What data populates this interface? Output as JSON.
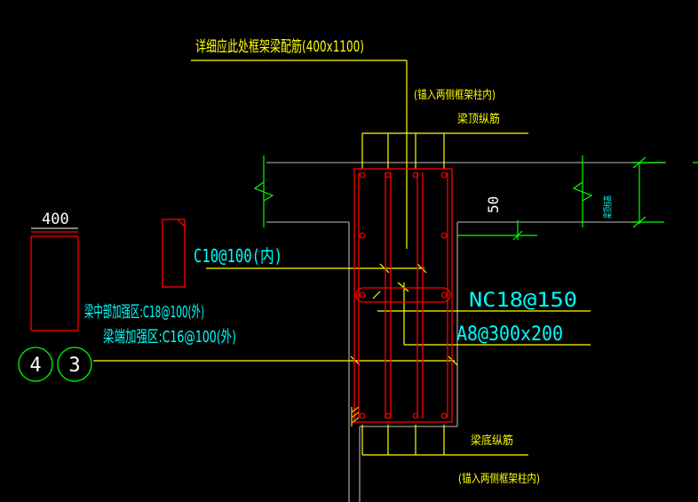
{
  "colors": {
    "background": "#000000",
    "yellow": "#ffff00",
    "cyan": "#00ffff",
    "green": "#00ff00",
    "red": "#ff0000",
    "white": "#ffffff",
    "gray": "#9a9a9a",
    "orange": "#ffa500"
  },
  "labels": {
    "top_note": "详细应此处框架梁配筋(400x1100)",
    "anchor_top": "(锚入两侧框架柱内)",
    "beam_top_bars": "梁顶纵筋",
    "stirrup_c10": "C10@100(内)",
    "dim_400": "400",
    "dim_50": "50",
    "hatch_label": "梁顶标高",
    "mid_stirrup": "梁中部加强区:C18@100(外)",
    "end_stirrup": "梁端加强区:C16@100(外)",
    "nc18": "NC18@150",
    "a8": "A8@300x200",
    "beam_bottom_bars": "梁底纵筋",
    "anchor_bottom": "(锚入两侧框架柱内)"
  },
  "axis_bubbles": [
    "4",
    "3"
  ]
}
